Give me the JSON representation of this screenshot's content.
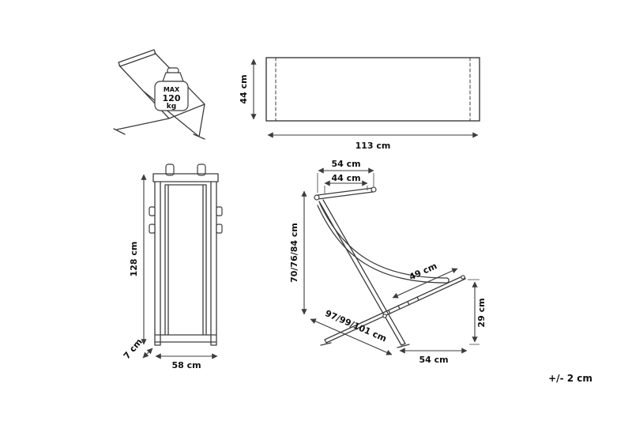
{
  "colors": {
    "line": "#3c3c3c",
    "text": "#101010",
    "background": "#ffffff"
  },
  "diagram": {
    "tolerance": "+/- 2 cm",
    "max_load": {
      "max": "MAX",
      "value": "120",
      "unit": "kg"
    },
    "fabric": {
      "height": "44 cm",
      "width": "113 cm"
    },
    "folded": {
      "height": "128 cm",
      "width": "58 cm",
      "depth": "7 cm"
    },
    "side_view": {
      "top_width": "54 cm",
      "fabric_width": "44 cm",
      "height": "70/76/84 cm",
      "seat_length": "49 cm",
      "seat_height": "29 cm",
      "length": "97/99/101 cm",
      "base_width": "54 cm"
    }
  }
}
